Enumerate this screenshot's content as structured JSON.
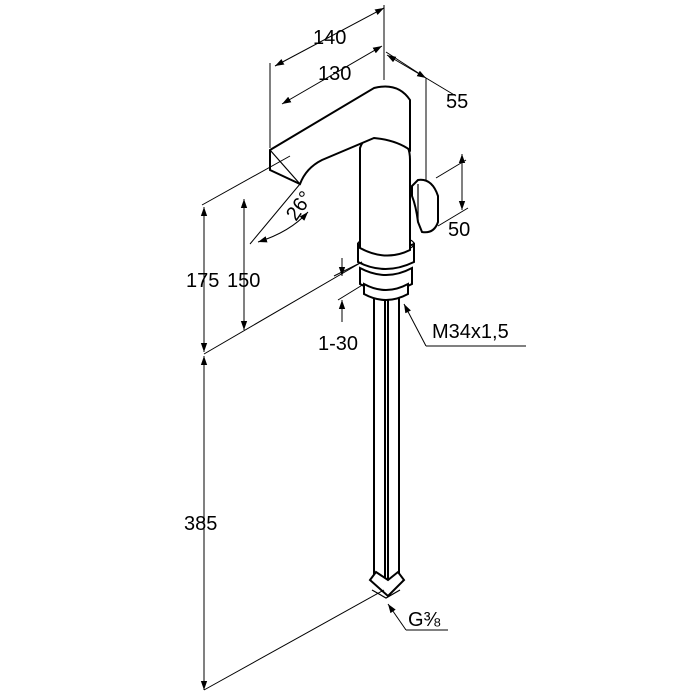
{
  "dimensions": {
    "reach_140": "140",
    "reach_130": "130",
    "lever_depth": "55",
    "lever_height": "50",
    "spout_angle": "26°",
    "total_height": "175",
    "spout_height": "150",
    "deck_thickness": "1-30",
    "thread": "M34x1,5",
    "hose_length": "385",
    "hose_connection": "G⅜"
  },
  "colors": {
    "line": "#000000",
    "background": "#ffffff"
  }
}
